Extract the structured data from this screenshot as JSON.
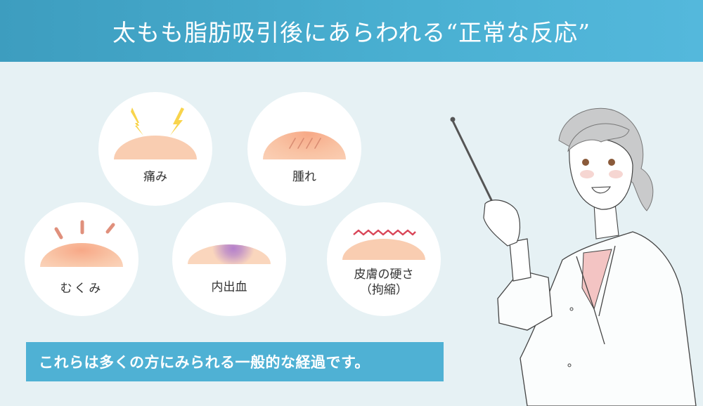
{
  "header": {
    "title": "太もも脂肪吸引後にあらわれる“正常な反応”",
    "background_color": "#4aaed0"
  },
  "reactions": [
    {
      "id": "pain",
      "label": "痛み",
      "icon": "lightning-bolt-icon",
      "accent": "#f6d24a"
    },
    {
      "id": "swelling",
      "label": "腫れ",
      "icon": "hatch-lines-icon",
      "accent": "#e48e6e"
    },
    {
      "id": "edema",
      "label": "むくみ",
      "icon": "radiating-lines-icon",
      "accent": "#e08a75"
    },
    {
      "id": "bruising",
      "label": "内出血",
      "icon": "purple-bruise-icon",
      "accent": "#b07acc"
    },
    {
      "id": "skin_hardening",
      "label": "皮膚の硬さ",
      "sublabel": "（拘縮）",
      "icon": "zigzag-line-icon",
      "accent": "#d9465a"
    }
  ],
  "footer": {
    "message": "これらは多くの方にみられる一般的な経過です。",
    "background_color": "#4fb1d4"
  },
  "illustration": {
    "description": "doctor-with-pointer",
    "coat_color": "#ffffff",
    "inner_shirt_color": "#f3c4c3"
  }
}
